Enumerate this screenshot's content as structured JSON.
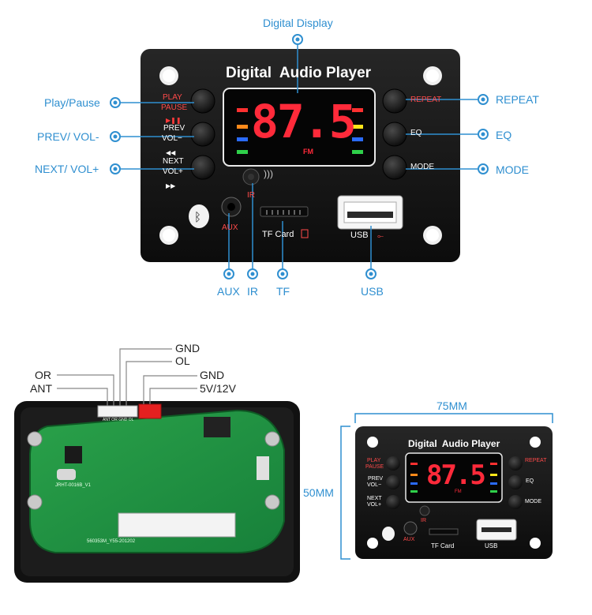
{
  "callouts": {
    "digital_display": "Digital Display",
    "play_pause": "Play/Pause",
    "prev_vol": "PREV/ VOL-",
    "next_vol": "NEXT/ VOL+",
    "repeat": "REPEAT",
    "eq": "EQ",
    "mode": "MODE",
    "aux": "AUX",
    "ir": "IR",
    "tf": "TF",
    "usb": "USB"
  },
  "panel": {
    "title": "Digital  Audio Player",
    "display_digits": "87.5",
    "display_unit": "FM",
    "btn_play": "PLAY",
    "btn_pause": "PAUSE",
    "btn_prev": "PREV",
    "btn_vol_minus": "VOL−",
    "btn_next": "NEXT",
    "btn_vol_plus": "VOL+",
    "btn_repeat": "REPEAT",
    "btn_eq": "EQ",
    "btn_mode": "MODE",
    "aux": "AUX",
    "ir": "IR",
    "tf_card": "TF Card",
    "usb": "USB"
  },
  "pcb": {
    "wire_labels": {
      "gnd1": "GND",
      "ol": "OL",
      "or": "OR",
      "ant": "ANT",
      "gnd2": "GND",
      "power": "5V/12V"
    },
    "silk_1": "ANT OR GND OL",
    "silk_2": "JRHT-0016B_V1",
    "silk_3": "560353M_Y55-201202"
  },
  "dimensions": {
    "width": "75MM",
    "height": "50MM"
  },
  "colors": {
    "accent": "#2f8fd0",
    "panel": "#141414",
    "display_red": "#ff2a3a",
    "pcb_green": "#1e8f3c"
  }
}
